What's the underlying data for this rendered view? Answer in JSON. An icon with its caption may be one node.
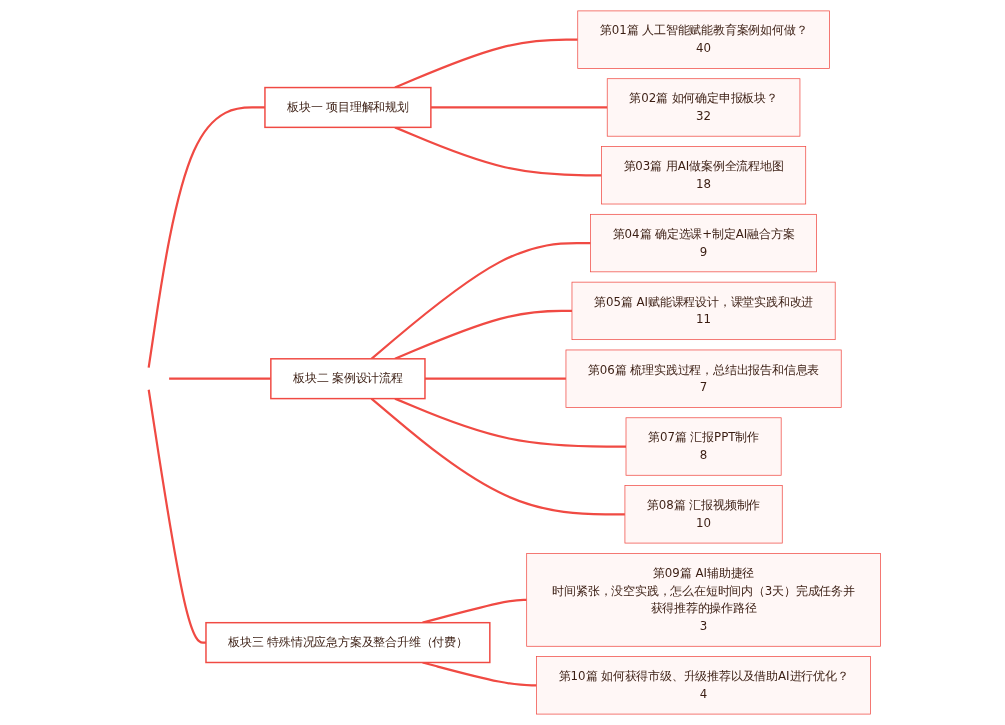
{
  "diagram": {
    "nodes": [
      {
        "text": [
          "板块一 项目理解和规划"
        ]
      },
      {
        "text": [
          "第01篇 人工智能赋能教育案例如何做？",
          "40"
        ]
      },
      {
        "text": [
          "第02篇 如何确定申报板块？",
          "32"
        ]
      },
      {
        "text": [
          "第03篇 用AI做案例全流程地图",
          "18"
        ]
      },
      {
        "text": [
          "板块二 案例设计流程"
        ]
      },
      {
        "text": [
          "第04篇 确定选课+制定AI融合方案",
          "9"
        ]
      },
      {
        "text": [
          "第05篇 AI赋能课程设计，课堂实践和改进",
          "11"
        ]
      },
      {
        "text": [
          "第06篇 梳理实践过程，总结出报告和信息表",
          "7"
        ]
      },
      {
        "text": [
          "第07篇 汇报PPT制作",
          "8"
        ]
      },
      {
        "text": [
          "第08篇 汇报视频制作",
          "10"
        ]
      },
      {
        "text": [
          "板块三 特殊情况应急方案及整合升维（付费）"
        ]
      },
      {
        "text": [
          "第09篇 AI辅助捷径",
          "时间紧张，没空实践，怎么在短时间内（3天）完成任务并获得推荐的操作路径",
          "3"
        ]
      },
      {
        "text": [
          "第10篇 如何获得市级、升级推荐以及借助AI进行优化？",
          "4"
        ]
      }
    ],
    "edges": [
      {
        "from": null,
        "to": 0,
        "arrow": "none"
      },
      {
        "from": null,
        "to": 4,
        "arrow": "none"
      },
      {
        "from": null,
        "to": 10,
        "arrow": "none"
      },
      {
        "from": 0,
        "to": 1,
        "arrow": "none"
      },
      {
        "from": 0,
        "to": 2,
        "arrow": "none"
      },
      {
        "from": 0,
        "to": 3,
        "arrow": "none"
      },
      {
        "from": 4,
        "to": 5,
        "arrow": "none"
      },
      {
        "from": 4,
        "to": 6,
        "arrow": "none"
      },
      {
        "from": 4,
        "to": 7,
        "arrow": "none"
      },
      {
        "from": 4,
        "to": 8,
        "arrow": "none"
      },
      {
        "from": 4,
        "to": 9,
        "arrow": "none"
      },
      {
        "from": 10,
        "to": 11,
        "arrow": "none"
      },
      {
        "from": 10,
        "to": 12,
        "arrow": "none"
      }
    ]
  }
}
